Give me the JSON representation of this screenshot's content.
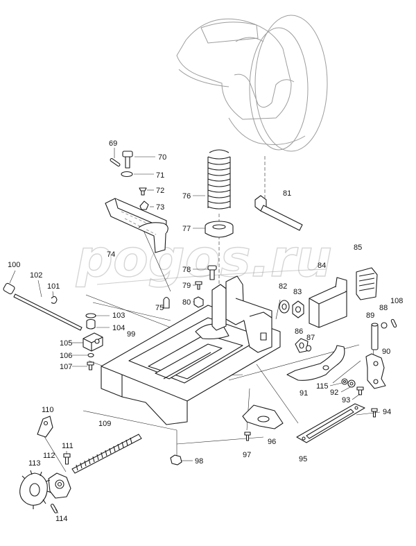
{
  "watermark": "pogos.ru",
  "part_numbers": [
    "69",
    "70",
    "71",
    "72",
    "73",
    "74",
    "75",
    "76",
    "77",
    "78",
    "79",
    "80",
    "81",
    "82",
    "83",
    "84",
    "85",
    "86",
    "87",
    "88",
    "89",
    "90",
    "91",
    "92",
    "93",
    "94",
    "95",
    "96",
    "97",
    "98",
    "99",
    "100",
    "101",
    "102",
    "103",
    "104",
    "105",
    "106",
    "107",
    "108",
    "109",
    "110",
    "111",
    "112",
    "113",
    "114",
    "115"
  ]
}
